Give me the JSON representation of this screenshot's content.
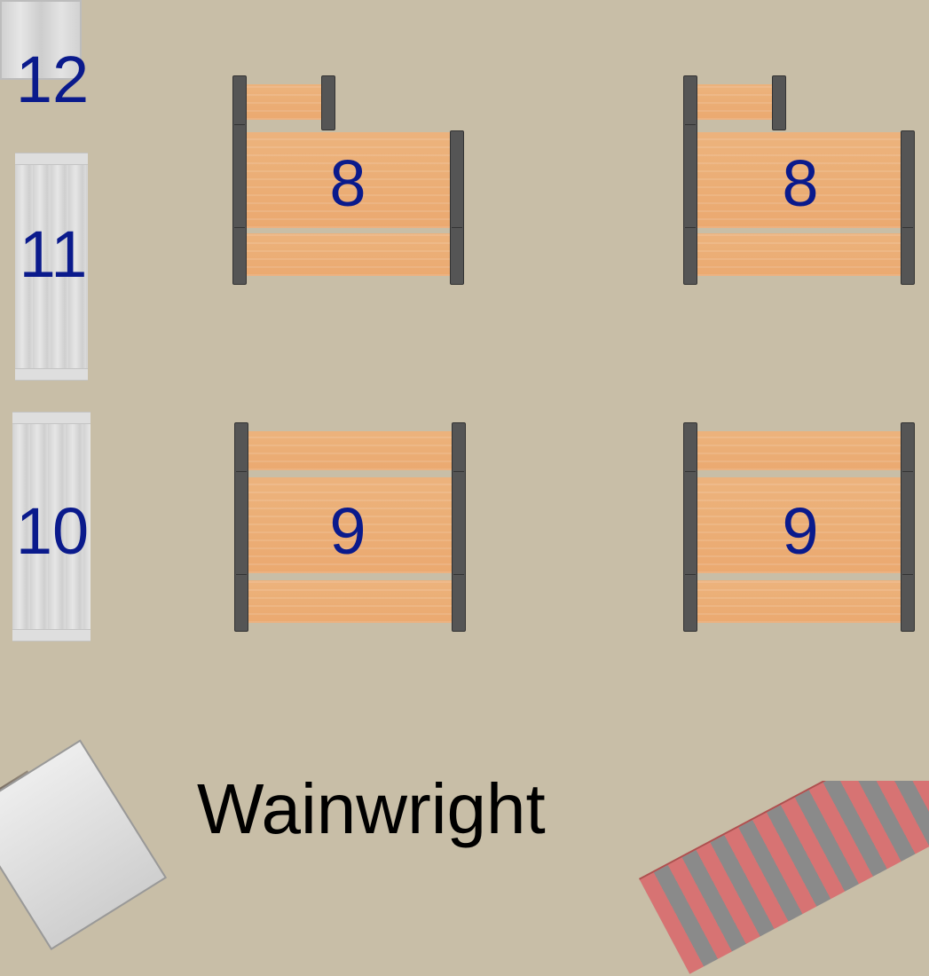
{
  "labels": {
    "tile_12": "12",
    "tile_11": "11",
    "tile_10": "10",
    "bench_top_left": "8",
    "bench_top_right": "8",
    "bench_bottom_left": "9",
    "bench_bottom_right": "9"
  },
  "area_name": "Wainwright",
  "colors": {
    "floor": "#c8bea7",
    "label_blue": "#0a1a8c",
    "plank_orange": "#efad72",
    "rail_dark": "#555555"
  }
}
